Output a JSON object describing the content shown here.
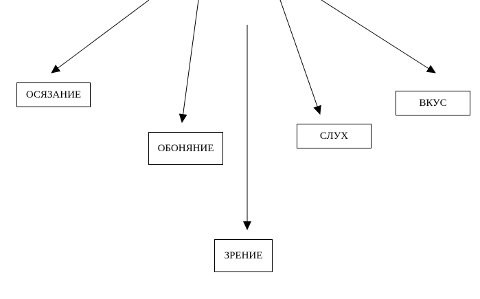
{
  "diagram": {
    "line_color": "#000000",
    "box_border_color": "#000000",
    "background_color": "#ffffff",
    "nodes": [
      {
        "id": "touch",
        "label": "ОСЯЗАНИЕ"
      },
      {
        "id": "smell",
        "label": "ОБОНЯНИЕ"
      },
      {
        "id": "sight",
        "label": "ЗРЕНИЕ"
      },
      {
        "id": "hearing",
        "label": "СЛУХ"
      },
      {
        "id": "taste",
        "label": "ВКУС"
      }
    ]
  }
}
